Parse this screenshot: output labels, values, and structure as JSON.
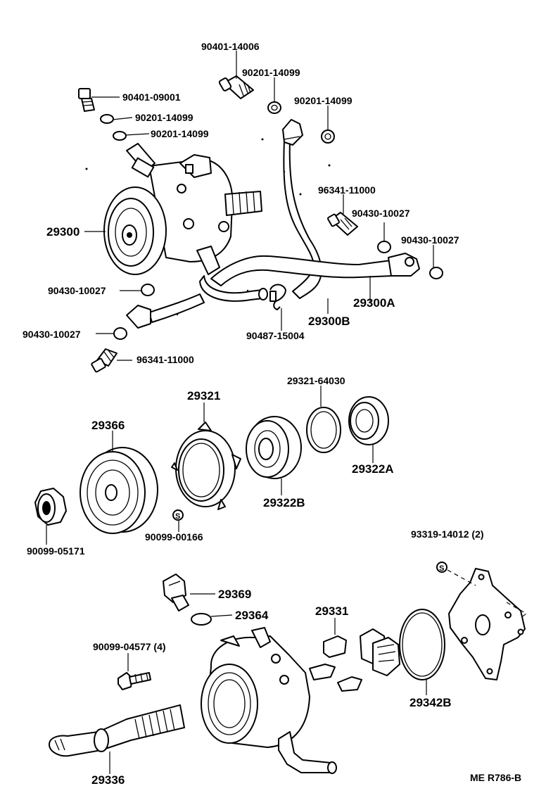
{
  "diagram": {
    "reference": "ME R786-B",
    "labels": {
      "l1": "90401-14006",
      "l2": "90201-14099",
      "l3": "90401-09001",
      "l4": "90201-14099",
      "l5": "90201-14099",
      "l6": "90201-14099",
      "l7": "96341-11000",
      "l8": "90430-10027",
      "l9": "90430-10027",
      "l10": "29300",
      "l11": "90430-10027",
      "l12": "29300A",
      "l13": "29300B",
      "l14": "90430-10027",
      "l15": "90487-15004",
      "l16": "96341-11000",
      "l17": "29321-64030",
      "l18": "29321",
      "l19": "29366",
      "l20": "29322A",
      "l21": "29322B",
      "l22": "90099-00166",
      "l23": "90099-05171",
      "l24": "93319-14012 (2)",
      "l25": "29369",
      "l26": "29364",
      "l27": "29331",
      "l28": "90099-04577 (4)",
      "l29": "29342B",
      "l30": "29336"
    },
    "s_marks": [
      "S",
      "S"
    ]
  }
}
